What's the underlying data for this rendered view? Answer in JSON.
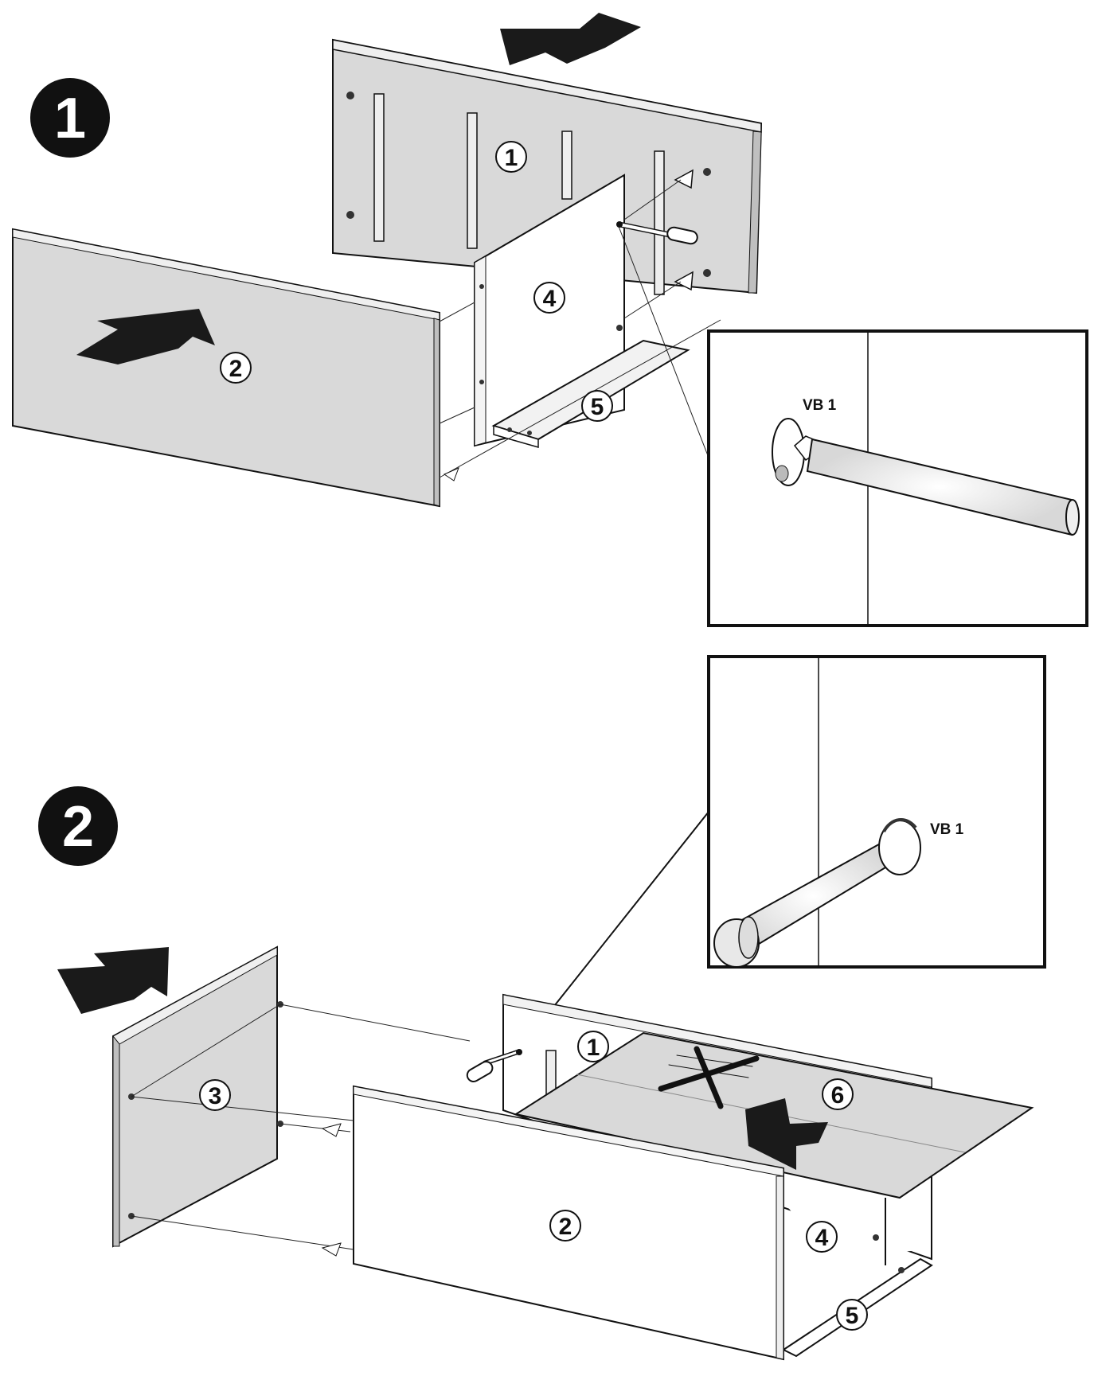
{
  "steps": [
    {
      "number": "1",
      "parts": {
        "p1": "1",
        "p2": "2",
        "p4": "4",
        "p5": "5"
      },
      "callout_label": "VB 1"
    },
    {
      "number": "2",
      "parts": {
        "p1": "1",
        "p2": "2",
        "p3": "3",
        "p4": "4",
        "p5": "5",
        "p6": "6"
      },
      "callout_label": "VB 1"
    }
  ],
  "colors": {
    "panel_fill": "#d9d9d9",
    "white_panel": "#ffffff",
    "stroke": "#111111",
    "arrow": "#1a1a1a"
  },
  "icons": [
    "push-arrow-icon",
    "screwdriver-icon",
    "cam-lock-icon",
    "no-cross-icon"
  ]
}
